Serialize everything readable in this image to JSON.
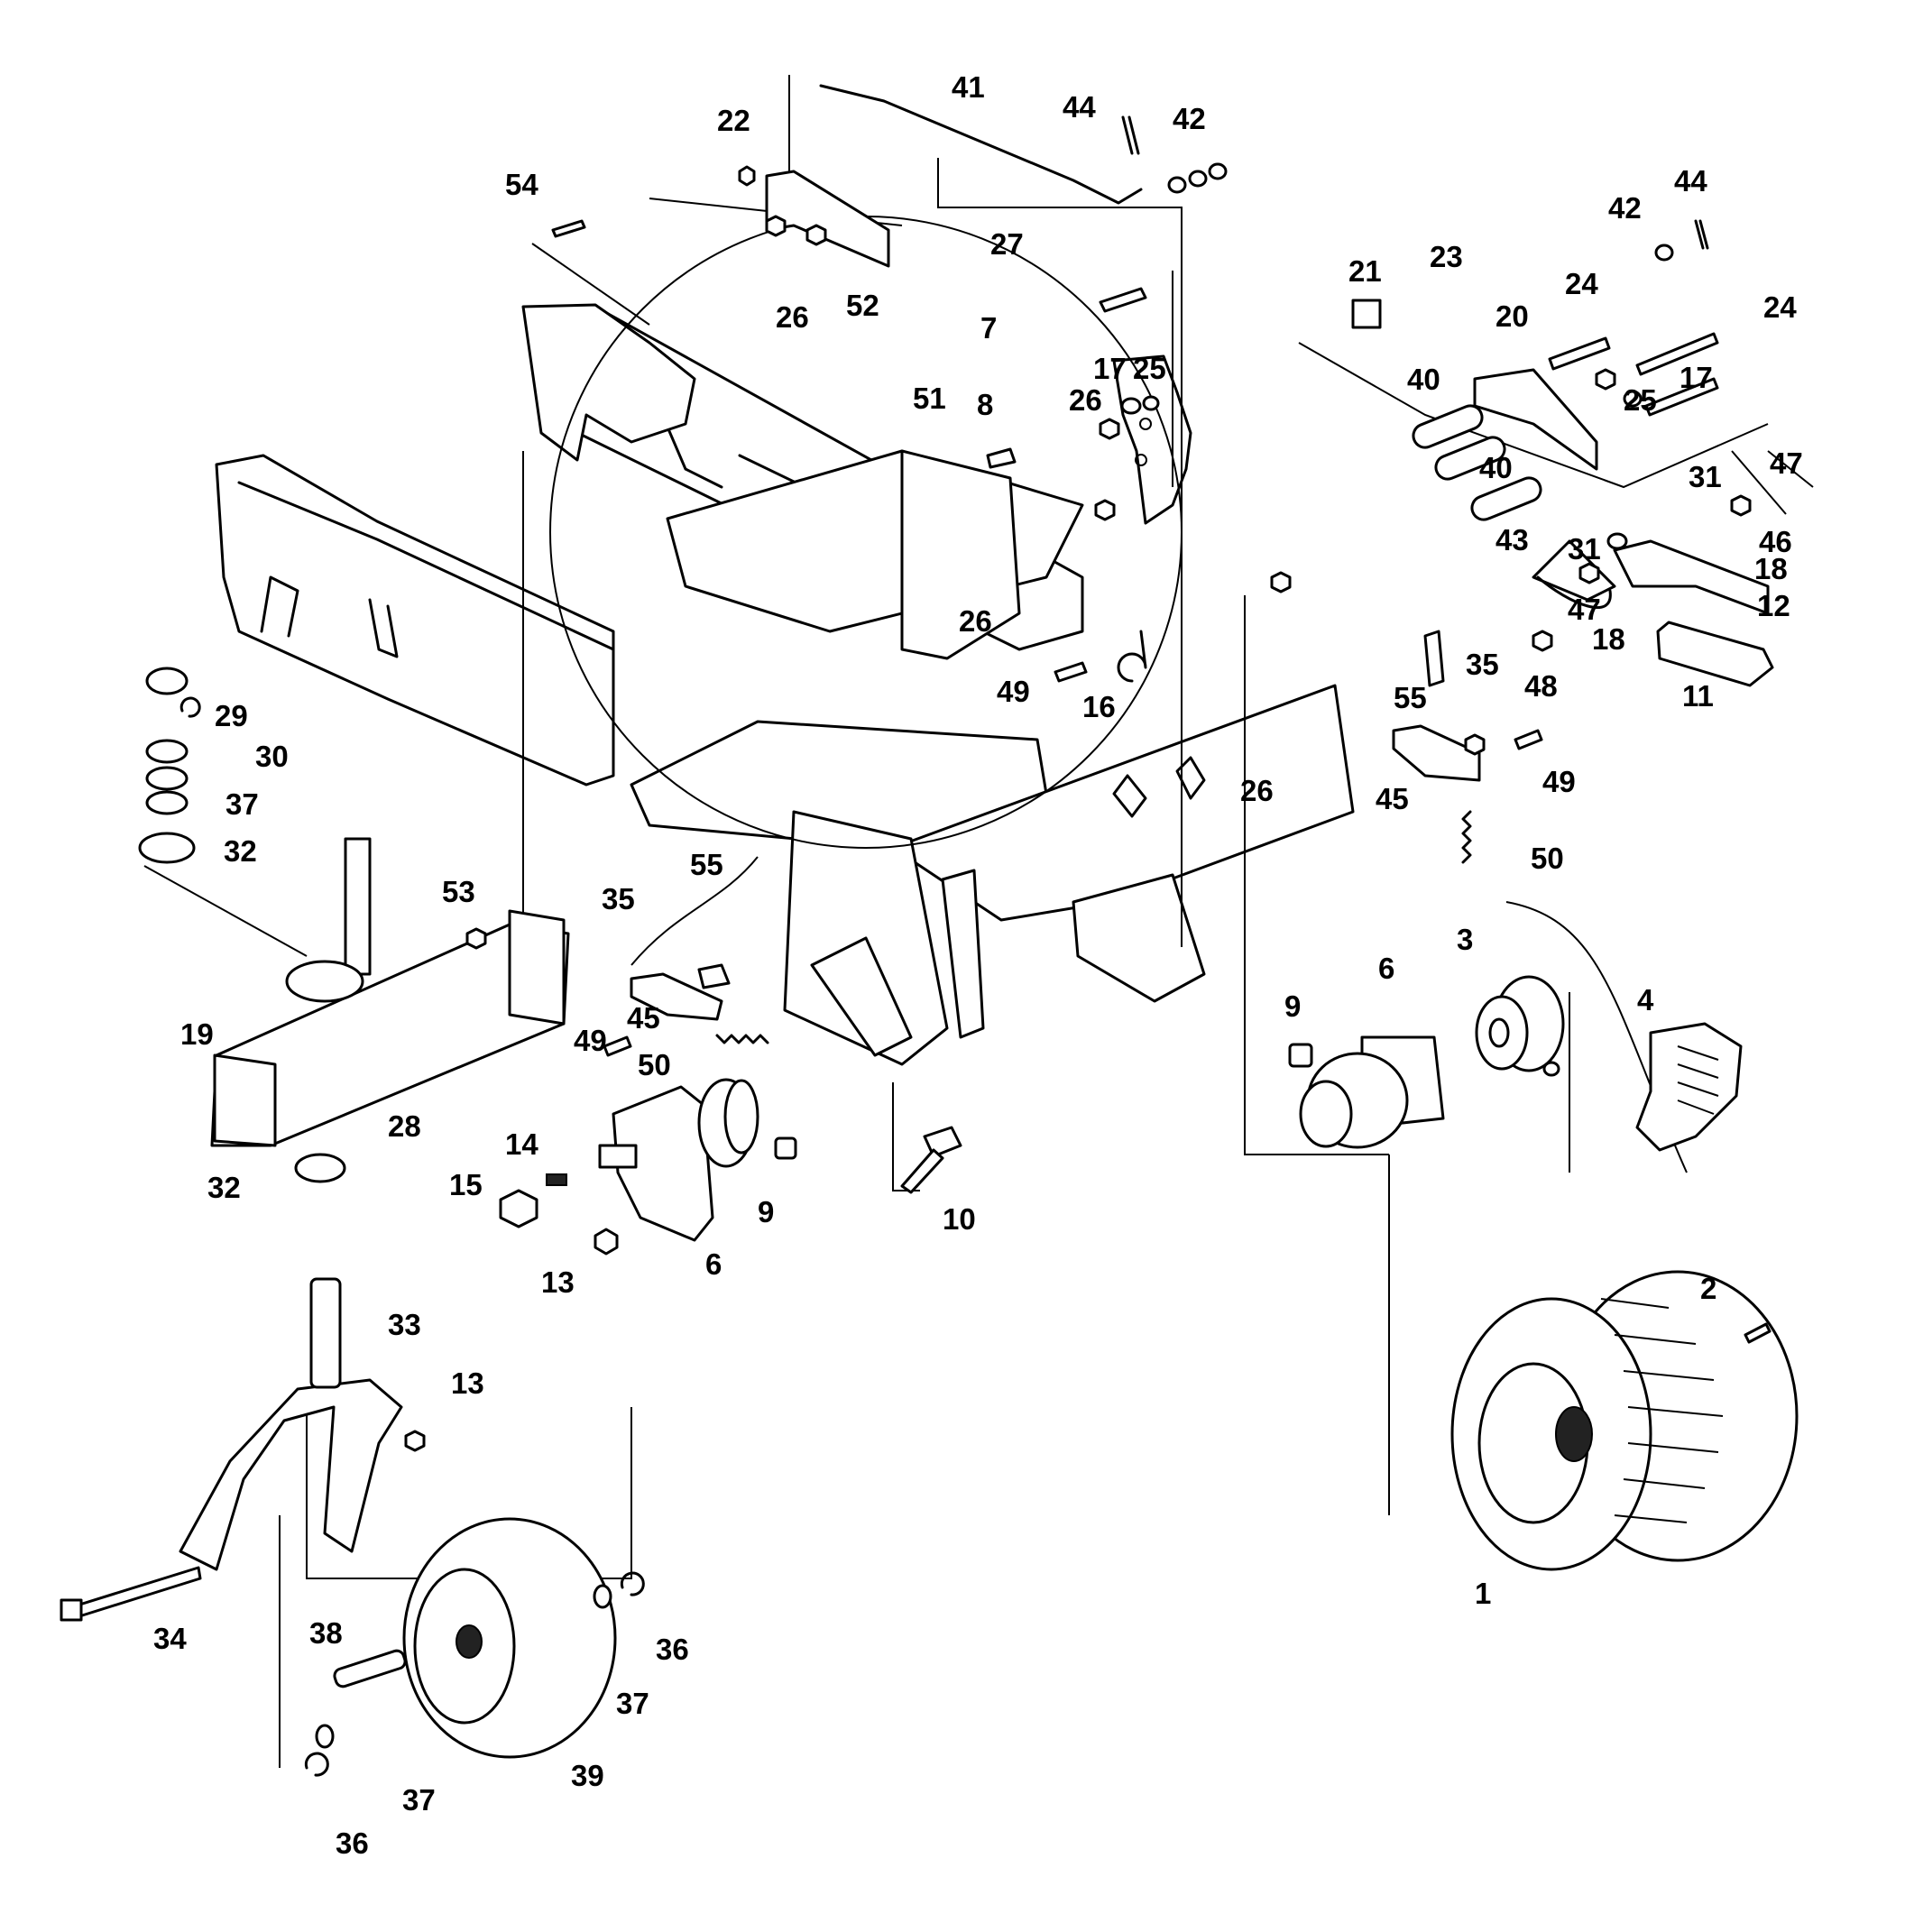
{
  "labels": {
    "l1": "1",
    "l2": "2",
    "l3": "3",
    "l4": "4",
    "l6a": "6",
    "l6b": "6",
    "l7": "7",
    "l8": "8",
    "l9a": "9",
    "l9b": "9",
    "l10": "10",
    "l11": "11",
    "l12": "12",
    "l13a": "13",
    "l13b": "13",
    "l14": "14",
    "l15": "15",
    "l16": "16",
    "l17a": "17",
    "l17b": "17",
    "l18a": "18",
    "l18b": "18",
    "l19": "19",
    "l20": "20",
    "l21": "21",
    "l22": "22",
    "l23": "23",
    "l24a": "24",
    "l24b": "24",
    "l25a": "25",
    "l25b": "25",
    "l26a": "26",
    "l26b": "26",
    "l26c": "26",
    "l26d": "26",
    "l27": "27",
    "l28": "28",
    "l29": "29",
    "l30": "30",
    "l31a": "31",
    "l31b": "31",
    "l32a": "32",
    "l32b": "32",
    "l33": "33",
    "l34": "34",
    "l35a": "35",
    "l35b": "35",
    "l36a": "36",
    "l36b": "36",
    "l37a": "37",
    "l37b": "37",
    "l37c": "37",
    "l38": "38",
    "l39": "39",
    "l40a": "40",
    "l40b": "40",
    "l41": "41",
    "l42a": "42",
    "l42b": "42",
    "l43": "43",
    "l44a": "44",
    "l44b": "44",
    "l45a": "45",
    "l45b": "45",
    "l46": "46",
    "l47a": "47",
    "l47b": "47",
    "l48": "48",
    "l49a": "49",
    "l49b": "49",
    "l49c": "49",
    "l50a": "50",
    "l50b": "50",
    "l51": "51",
    "l52": "52",
    "l53": "53",
    "l54": "54",
    "l55a": "55",
    "l55b": "55"
  }
}
